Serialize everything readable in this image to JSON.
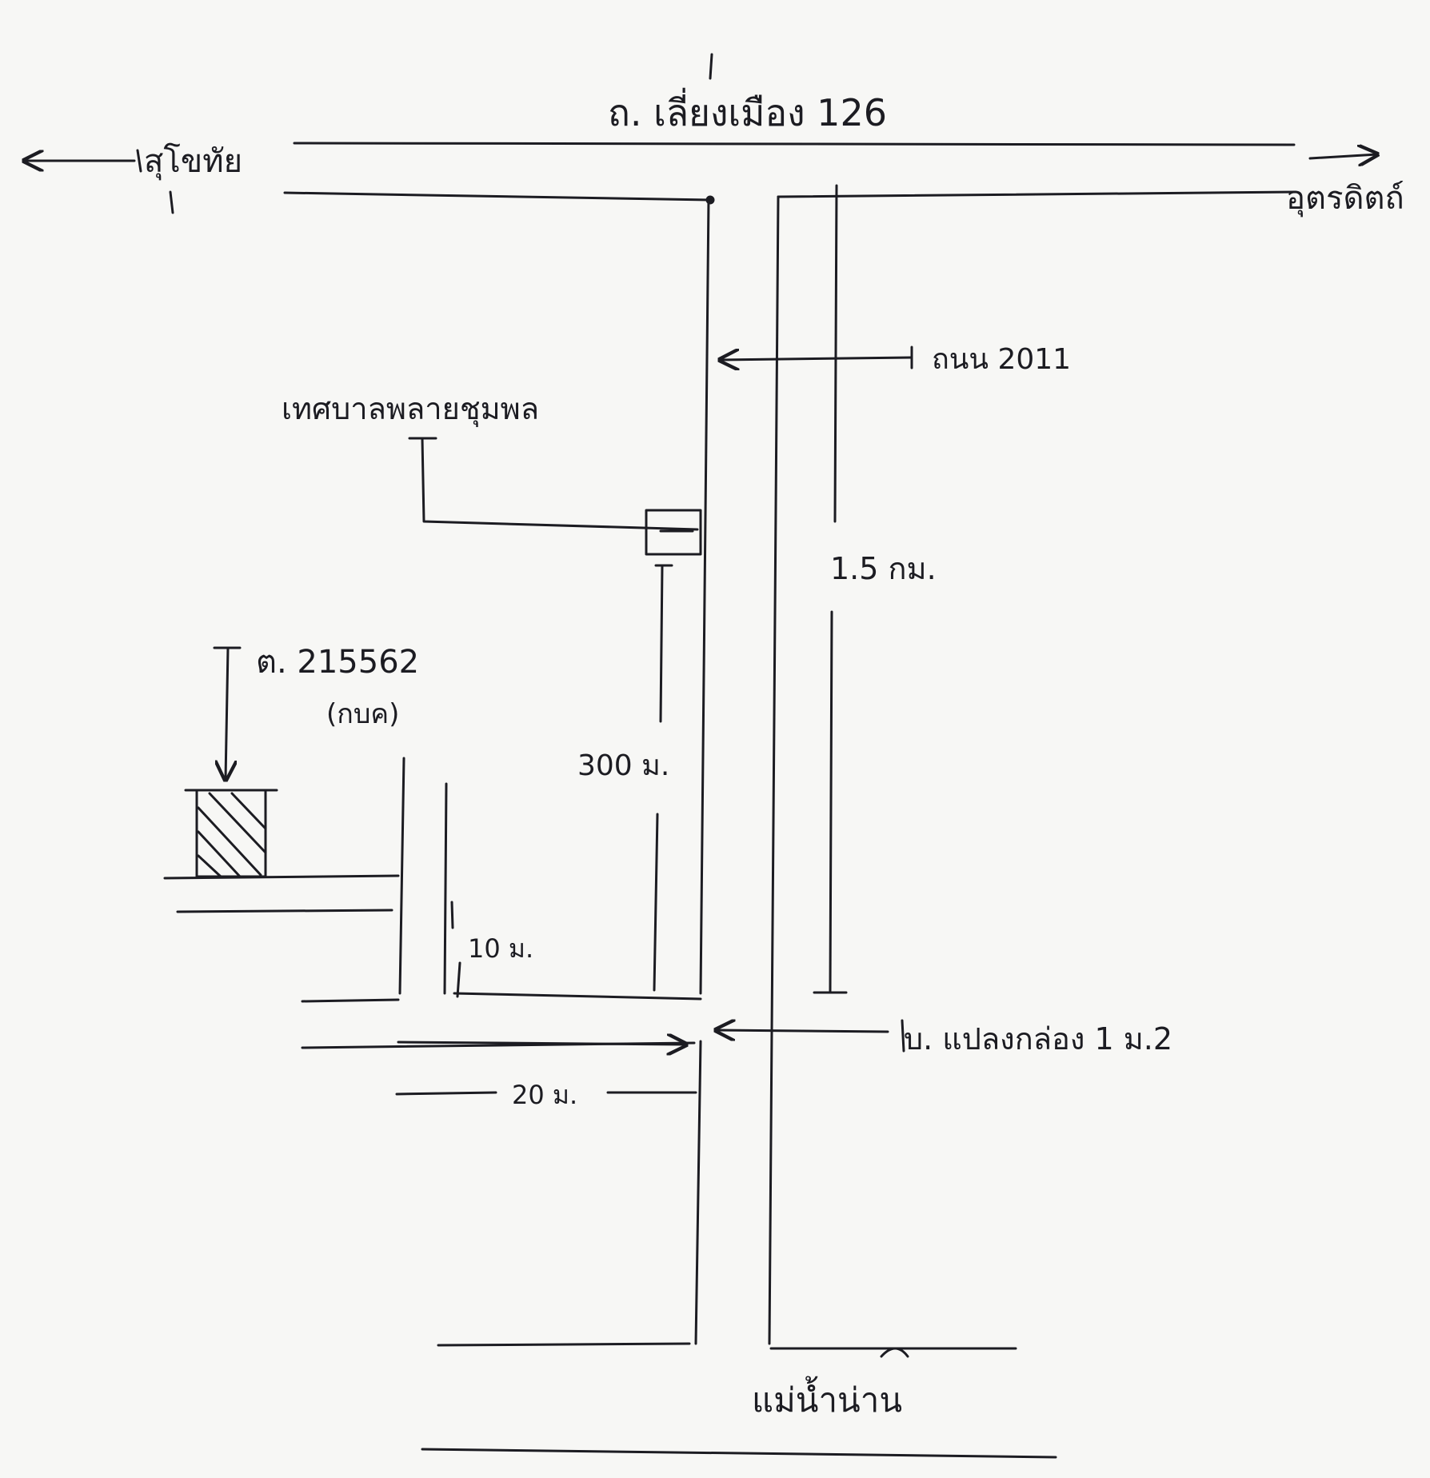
{
  "map": {
    "labels": {
      "top_road": "ถ. เลี่ยงเมือง 126",
      "west_destination": "สุโขทัย",
      "east_destination": "อุตรดิตถ์",
      "highway": "ถนน 2011",
      "district_office": "เทศบาลพลายชุมพล",
      "distance_long": "1.5 กม.",
      "station_code": "ต. 215562",
      "station_code_sub": "(กบค)",
      "distance_300": "300 ม.",
      "distance_10": "10 ม.",
      "village": "บ. แปลงกล่อง 1 ม.2",
      "distance_20": "20 ม.",
      "south_destination": "แม่น้ำน่าน"
    },
    "colors": {
      "ink": "#1c1c22",
      "paper": "#f7f7f5"
    },
    "north_arrow": false
  }
}
